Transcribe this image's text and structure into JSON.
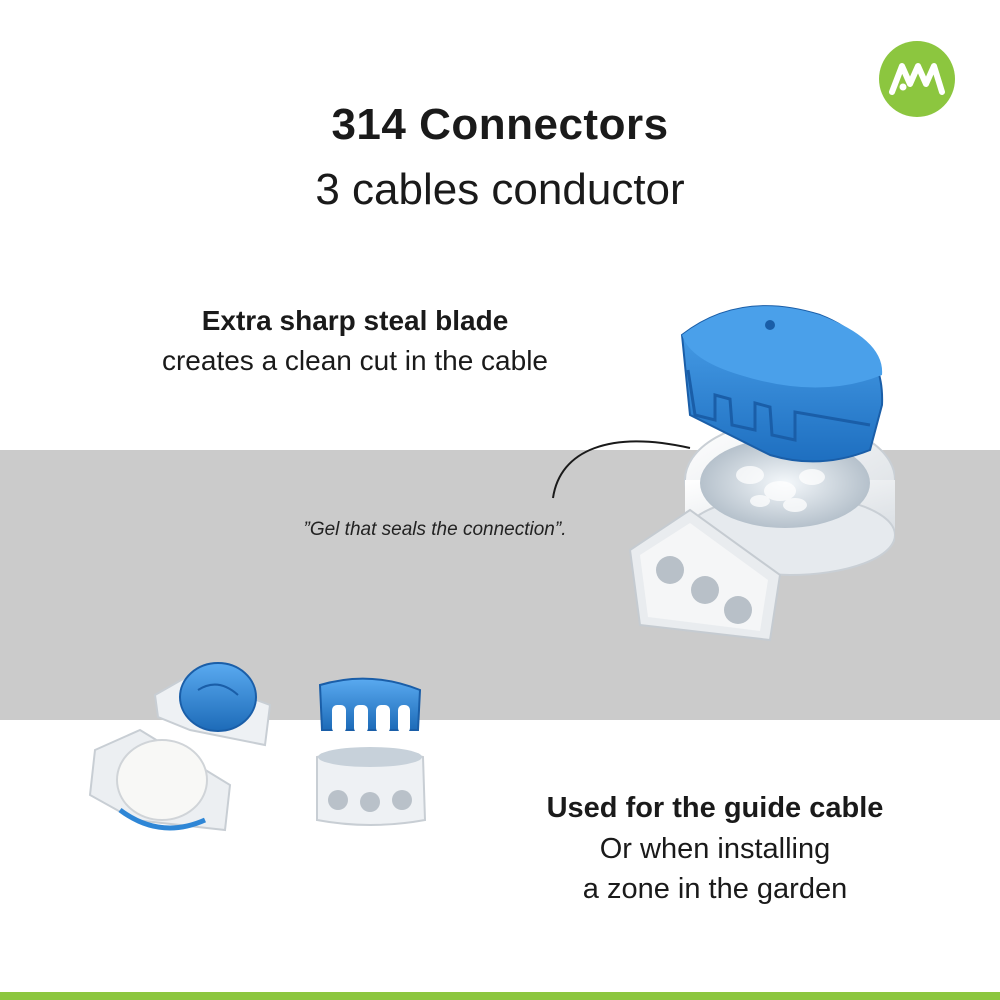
{
  "brand": {
    "accent_color": "#8cc63f",
    "product_color": "#2e86d6"
  },
  "header": {
    "title": "314 Connectors",
    "subtitle": "3 cables conductor"
  },
  "features": {
    "blade": {
      "heading": "Extra sharp steal blade",
      "text": "creates a clean cut in the cable"
    },
    "gel": {
      "caption": "”Gel that seals the connection”."
    },
    "usage": {
      "heading": "Used for the guide cable",
      "line1": "Or when installing",
      "line2": "a zone in the garden"
    }
  }
}
